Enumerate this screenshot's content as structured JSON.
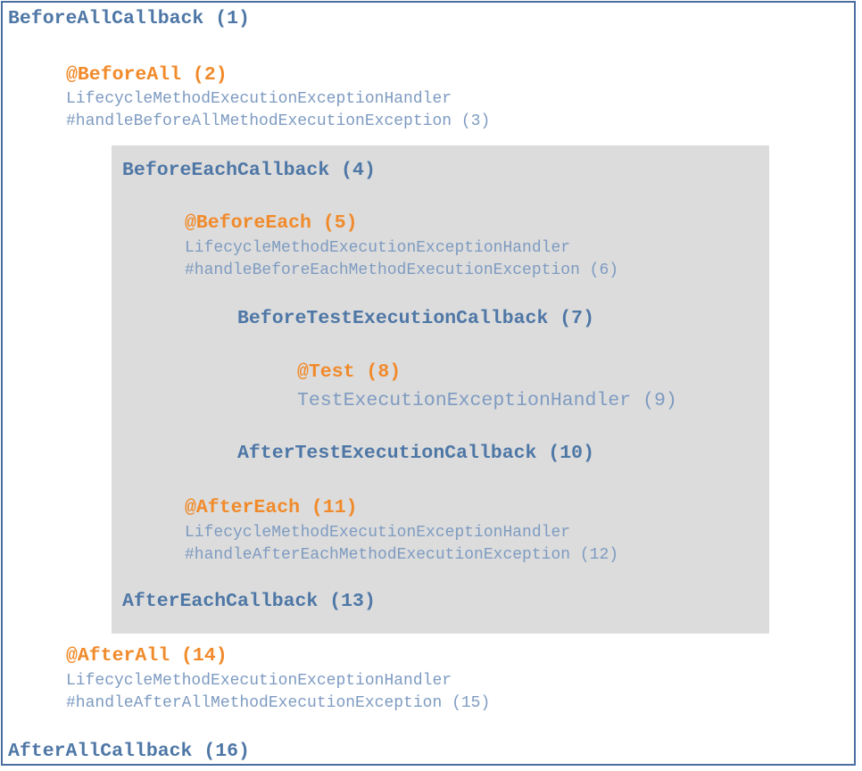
{
  "diagram": {
    "before_all_callback": "BeforeAllCallback (1)",
    "before_all": "@BeforeAll (2)",
    "before_all_handler_1": "LifecycleMethodExecutionExceptionHandler",
    "before_all_handler_2": "#handleBeforeAllMethodExecutionException (3)",
    "before_each_callback": "BeforeEachCallback (4)",
    "before_each": "@BeforeEach (5)",
    "before_each_handler_1": "LifecycleMethodExecutionExceptionHandler",
    "before_each_handler_2": "#handleBeforeEachMethodExecutionException (6)",
    "before_test_execution_callback": "BeforeTestExecutionCallback (7)",
    "test": "@Test (8)",
    "test_handler": "TestExecutionExceptionHandler (9)",
    "after_test_execution_callback": "AfterTestExecutionCallback (10)",
    "after_each": "@AfterEach (11)",
    "after_each_handler_1": "LifecycleMethodExecutionExceptionHandler",
    "after_each_handler_2": "#handleAfterEachMethodExecutionException (12)",
    "after_each_callback": "AfterEachCallback (13)",
    "after_all": "@AfterAll (14)",
    "after_all_handler_1": "LifecycleMethodExecutionExceptionHandler",
    "after_all_handler_2": "#handleAfterAllMethodExecutionException (15)",
    "after_all_callback": "AfterAllCallback (16)"
  },
  "colors": {
    "callback": "#4e77a6",
    "annotation": "#f18a2a",
    "handler": "#7e9bc1",
    "shade": "#dcdcdc",
    "border": "#4b6ea1"
  }
}
